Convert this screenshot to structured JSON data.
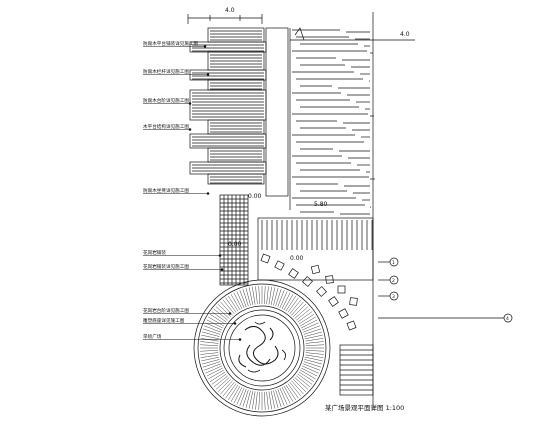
{
  "drawing": {
    "title": "某广场景观平面详图  1:100",
    "dims": {
      "top_width": "4.0",
      "top_right_dim": "4.0"
    },
    "elevations": {
      "e1": "0.00",
      "e2": "5.80",
      "e3": "0.00",
      "e4": "0.00"
    },
    "left_labels": [
      "防腐木平台铺装详见施工图",
      "防腐木栏杆详见施工图",
      "防腐木台阶详见施工图",
      "木平台结构详见施工图",
      "防腐木坐凳详见施工图",
      "花岗岩铺装",
      "花岗岩铺装详见施工图",
      "花岗岩台阶详见施工图",
      "雕塑底座详见施工图",
      "旱喷广场"
    ],
    "callouts": [
      "1",
      "2",
      "3",
      "4"
    ]
  }
}
